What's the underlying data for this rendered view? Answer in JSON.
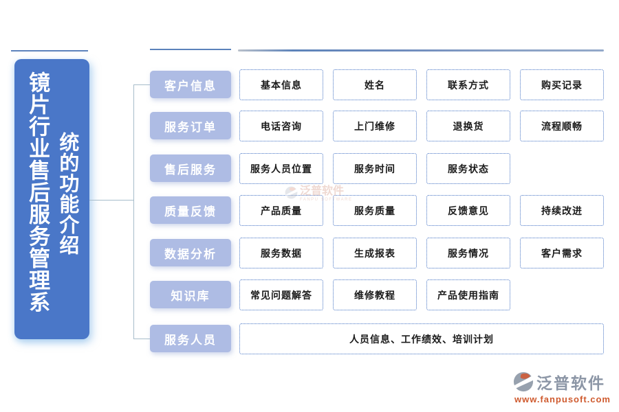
{
  "title": {
    "full": "镜片行业售后服务管理系统的功能介绍",
    "column1": "镜片行业售后服务管理系",
    "column2": "统的功能介绍"
  },
  "branches": [
    {
      "category": "客户信息",
      "items": [
        "基本信息",
        "姓名",
        "联系方式",
        "购买记录"
      ]
    },
    {
      "category": "服务订单",
      "items": [
        "电话咨询",
        "上门维修",
        "退换货",
        "流程顺畅"
      ]
    },
    {
      "category": "售后服务",
      "items": [
        "服务人员位置",
        "服务时间",
        "服务状态"
      ]
    },
    {
      "category": "质量反馈",
      "items": [
        "产品质量",
        "服务质量",
        "反馈意见",
        "持续改进"
      ]
    },
    {
      "category": "数据分析",
      "items": [
        "服务数据",
        "生成报表",
        "服务情况",
        "客户需求"
      ]
    },
    {
      "category": "知识库",
      "items": [
        "常见问题解答",
        "维修教程",
        "产品使用指南"
      ]
    },
    {
      "category": "服务人员",
      "items": [
        "人员信息、工作绩效、培训计划"
      ],
      "wide": true
    }
  ],
  "watermark": {
    "brand": "泛普软件",
    "sub": "FANPU SOFTWARE"
  },
  "footer": {
    "brand": "泛普软件",
    "url": "www.fanpusoft.com"
  },
  "colors": {
    "root_box": "#4a77c8",
    "category_box": "#aebce4",
    "item_border": "#4472c4",
    "item_text": "#1a1a1a",
    "connector_line": "#a6bcca",
    "top_line": "#5b82bb",
    "brand_gray": "#8c96a6",
    "brand_orange": "#cf5a2e"
  }
}
